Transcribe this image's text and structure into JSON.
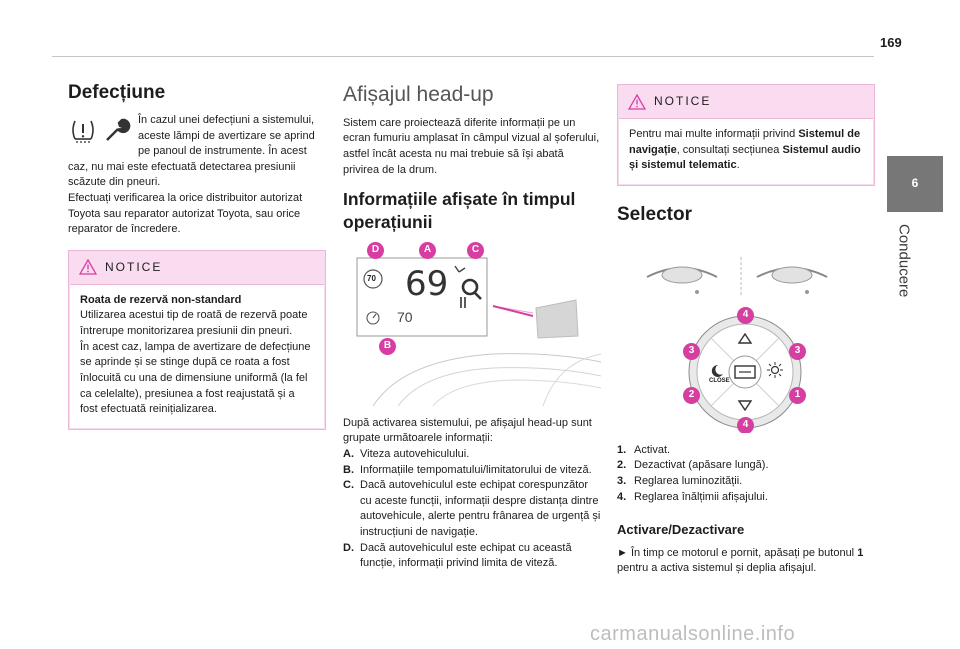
{
  "page": {
    "number": "169",
    "chapter_number": "6",
    "chapter_title": "Conducere"
  },
  "col1": {
    "title": "Defecțiune",
    "intro_text": "În cazul unei defecțiuni a sistemului, aceste lămpi de avertizare se aprind pe panoul de instrumente. În acest caz, nu mai este efectuată detectarea presiunii scăzute din pneuri.",
    "para2": "Efectuați verificarea la orice distribuitor autorizat Toyota sau reparator autorizat Toyota, sau orice reparator de încredere.",
    "notice": {
      "label": "NOTICE",
      "heading": "Roata de rezervă non-standard",
      "text": "Utilizarea acestui tip de roată de rezervă poate întrerupe monitorizarea presiunii din pneuri.",
      "text2": "În acest caz, lampa de avertizare de defecțiune se aprinde și se stinge după ce roata a fost înlocuită cu una de dimensiune uniformă (la fel ca celelalte), presiunea a fost reajustată și a fost efectuată reinițializarea."
    },
    "icons": [
      "tyre-pressure-warning-icon",
      "wrench-icon"
    ]
  },
  "col2": {
    "title": "Afișajul head-up",
    "intro": "Sistem care proiectează diferite informații pe un ecran fumuriu amplasat în câmpul vizual al șoferului, astfel încât acesta nu mai trebuie să își abată privirea de la drum.",
    "subtitle": "Informațiile afișate în timpul operațiunii",
    "figure": {
      "speed": "69",
      "limit_sign": "70",
      "cruise_value": "70",
      "labels": [
        "D",
        "A",
        "C",
        "B"
      ]
    },
    "after_text": "După activarea sistemului, pe afișajul head-up sunt grupate următoarele informații:",
    "items": [
      {
        "key": "A.",
        "text": "Viteza autovehiculului."
      },
      {
        "key": "B.",
        "text": "Informațiile tempomatului/limitatorului de viteză."
      },
      {
        "key": "C.",
        "text": "Dacă autovehiculul este echipat corespunzător cu aceste funcții, informații despre distanța dintre autovehicule, alerte pentru frânarea de urgență și instrucțiuni de navigație."
      },
      {
        "key": "D.",
        "text": "Dacă autovehiculul este echipat cu această funcție, informații privind limita de viteză."
      }
    ]
  },
  "col3": {
    "notice": {
      "label": "NOTICE",
      "text_a": "Pentru mai multe informații privind ",
      "bold_a": "Sistemul de navigație",
      "text_b": ", consultați secțiunea ",
      "bold_b": "Sistemul audio și sistemul telematic",
      "text_c": "."
    },
    "title": "Selector",
    "figure": {
      "close_label": "CLOSE",
      "badges": [
        "4",
        "3",
        "3",
        "2",
        "1",
        "4"
      ]
    },
    "items": [
      {
        "key": "1.",
        "text": "Activat."
      },
      {
        "key": "2.",
        "text": "Dezactivat (apăsare lungă)."
      },
      {
        "key": "3.",
        "text": "Reglarea luminozității."
      },
      {
        "key": "4.",
        "text": "Reglarea înălțimii afișajului."
      }
    ],
    "subtitle": "Activare/Dezactivare",
    "final_prefix": "► În timp ce motorul e pornit, apăsați pe butonul ",
    "final_bold": "1",
    "final_suffix": " pentru a activa sistemul și deplia afișajul."
  },
  "watermark": "carmanualsonline.info",
  "colors": {
    "accent": "#d73ea1",
    "notice_bg": "#f9dcf0",
    "tab": "#777777"
  }
}
